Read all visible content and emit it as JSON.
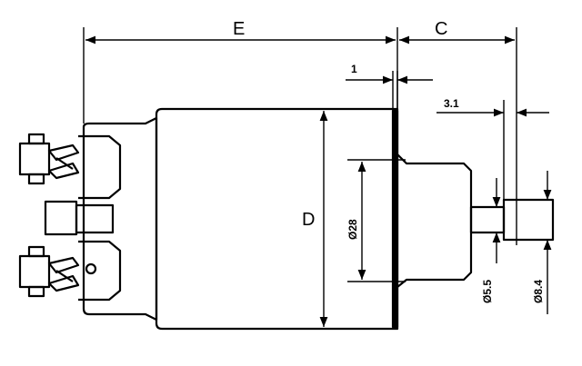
{
  "drawing": {
    "labels": {
      "E": "E",
      "C": "C",
      "D": "D",
      "gap": "1",
      "offset": "3.1",
      "dia_body": "Ø28",
      "dia_shaft": "Ø5.5",
      "dia_tip": "Ø8.4"
    },
    "colors": {
      "ink": "#000000",
      "paper": "#ffffff"
    }
  }
}
